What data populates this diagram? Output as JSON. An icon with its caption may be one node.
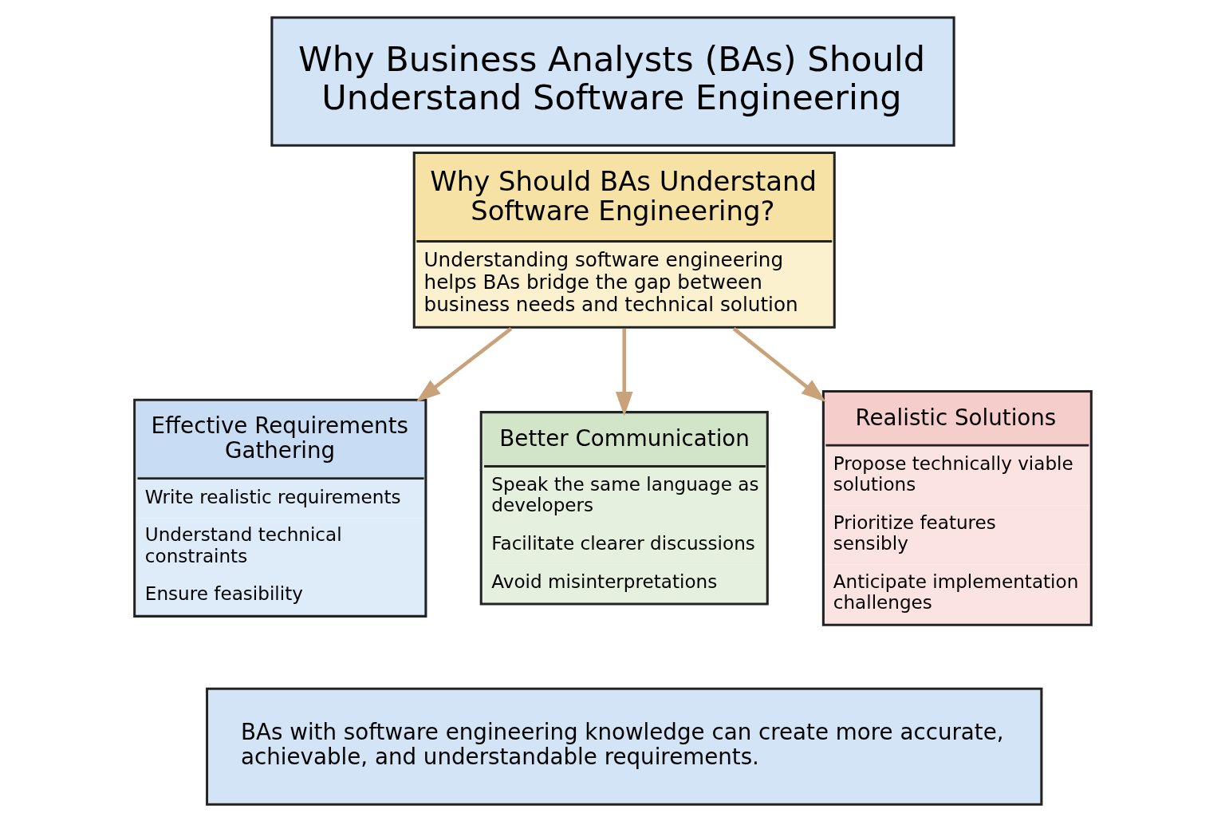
{
  "diagram": {
    "title": "Why Business Analysts (BAs) Should Understand Software Engineering",
    "nodes": [
      {
        "text": [
          "Why Should BAs Understand Software Engineering?",
          "Understanding software engineering helps BAs bridge the gap between business needs and technical solution"
        ]
      },
      {
        "text": [
          "Effective Requirements Gathering",
          "Write realistic requirements",
          "Understand technical constraints",
          "Ensure feasibility"
        ]
      },
      {
        "text": [
          "Better Communication",
          "Speak the same language as developers",
          "Facilitate clearer discussions",
          "Avoid misinterpretations"
        ]
      },
      {
        "text": [
          "Realistic Solutions",
          "Propose technically viable solutions",
          "Prioritize features sensibly",
          "Anticipate implementation challenges"
        ]
      },
      {
        "text": [
          "BAs with software engineering knowledge can create more accurate, achievable, and understandable requirements."
        ]
      }
    ],
    "edges": [
      {
        "from": 0,
        "to": 1,
        "arrow": "to"
      },
      {
        "from": 0,
        "to": 2,
        "arrow": "to"
      },
      {
        "from": 0,
        "to": 3,
        "arrow": "to"
      }
    ]
  }
}
